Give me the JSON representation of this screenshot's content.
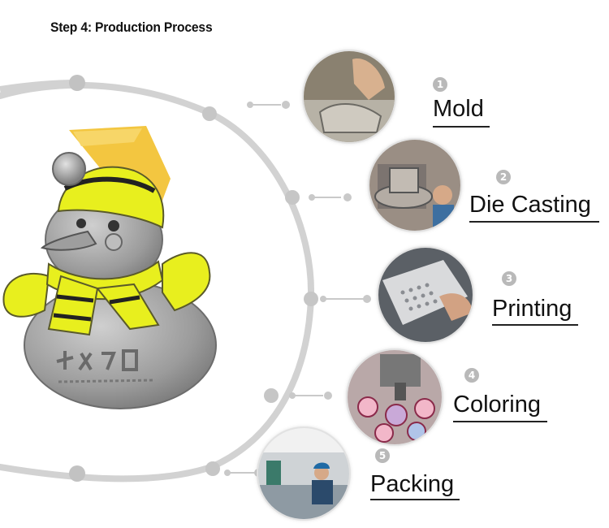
{
  "title": "Step 4: Production Process",
  "colors": {
    "arc": "#d2d2d2",
    "node": "#c2c2c2",
    "badge": "#b9b9b9",
    "text": "#111111",
    "snowman_yellow": "#e8ef1e",
    "snowman_silver": "#a9a9a9",
    "ribbon": "#f3c640"
  },
  "steps": [
    {
      "number": "1",
      "label": "Mold",
      "icon": "mold-photo"
    },
    {
      "number": "2",
      "label": "Die Casting",
      "icon": "die-casting-photo"
    },
    {
      "number": "3",
      "label": "Printing",
      "icon": "printing-photo"
    },
    {
      "number": "4",
      "label": "Coloring",
      "icon": "coloring-photo"
    },
    {
      "number": "5",
      "label": "Packing",
      "icon": "packing-photo"
    }
  ]
}
